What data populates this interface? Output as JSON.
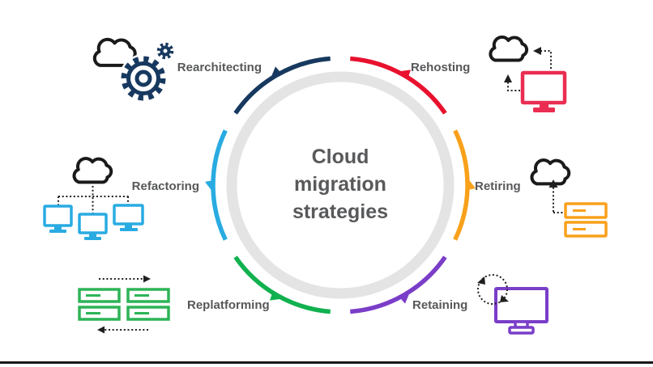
{
  "diagram": {
    "title": "Cloud migration strategies",
    "track_color": "#e4e4e4",
    "footer_bar_color": "#161616",
    "label_color": "#57585a",
    "strategies": [
      {
        "label": "Rehosting",
        "color": "#e8112e",
        "icon": "cloud-monitor-transfer-icon"
      },
      {
        "label": "Retiring",
        "color": "#f9a11b",
        "icon": "cloud-servers-retire-icon"
      },
      {
        "label": "Retaining",
        "color": "#7a3ec8",
        "icon": "monitor-refresh-icon"
      },
      {
        "label": "Replatforming",
        "color": "#10b14f",
        "icon": "servers-swap-icon"
      },
      {
        "label": "Refactoring",
        "color": "#29abe2",
        "icon": "cloud-monitors-tree-icon"
      },
      {
        "label": "Rearchitecting",
        "color": "#17395f",
        "icon": "cloud-gears-icon"
      }
    ],
    "icon_colors": {
      "rehosting_monitor": "#ea2d52",
      "retiring_servers": "#f9a11b",
      "retaining_monitor": "#7a3ec8",
      "replatforming_servers": "#2db457",
      "refactoring_monitors": "#29abe2",
      "rearchitecting_gears": "#17395f",
      "cloud_outline": "#1a1a1a"
    }
  }
}
